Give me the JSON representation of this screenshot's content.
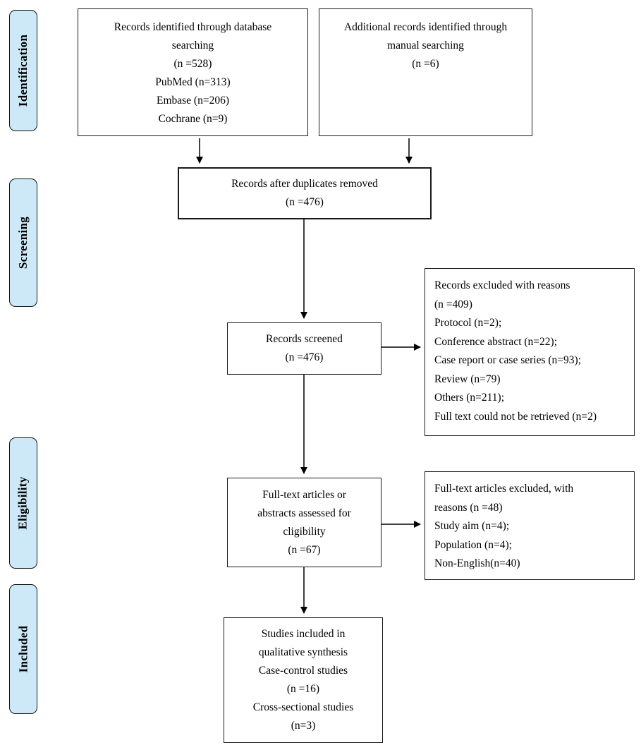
{
  "title": "PRISMA study selection flow diagram",
  "colors": {
    "stage_fill": "#cde9f8",
    "box_border": "#1a1a1a",
    "background": "#ffffff",
    "text": "#000000",
    "arrow": "#000000"
  },
  "stages": [
    {
      "label": "Identification"
    },
    {
      "label": "Screening"
    },
    {
      "label": "Eligibility"
    },
    {
      "label": "Included"
    }
  ],
  "boxes": {
    "db_search": {
      "lines": [
        "Records identified through database",
        "searching",
        "(n =528)",
        "PubMed (n=313)",
        "Embase (n=206)",
        "Cochrane (n=9)"
      ]
    },
    "manual_search": {
      "lines": [
        "Additional records identified through",
        "manual searching",
        "(n =6)"
      ]
    },
    "duplicates_removed": {
      "lines": [
        "Records after duplicates removed",
        "(n =476)"
      ]
    },
    "records_screened": {
      "lines": [
        "Records screened",
        "(n =476)"
      ]
    },
    "records_excluded": {
      "lines": [
        "Records excluded with reasons",
        "(n =409)",
        "Protocol (n=2);",
        "Conference abstract (n=22);",
        "Case report or case series (n=93);",
        "Review (n=79)",
        "Others (n=211);",
        "Full text could not be retrieved (n=2)"
      ]
    },
    "fulltext_assessed": {
      "lines": [
        "Full-text articles or",
        "abstracts assessed for",
        "cligibility",
        "(n =67)"
      ]
    },
    "fulltext_excluded": {
      "lines": [
        "Full-text articles excluded, with",
        "reasons (n =48)",
        "Study aim (n=4);",
        "Population (n=4);",
        "Non-English(n=40)"
      ]
    },
    "included_studies": {
      "lines": [
        "Studies included in",
        "qualitative synthesis",
        "Case-control studies",
        "(n =16)",
        "Cross-sectional studies",
        "(n=3)"
      ]
    }
  }
}
